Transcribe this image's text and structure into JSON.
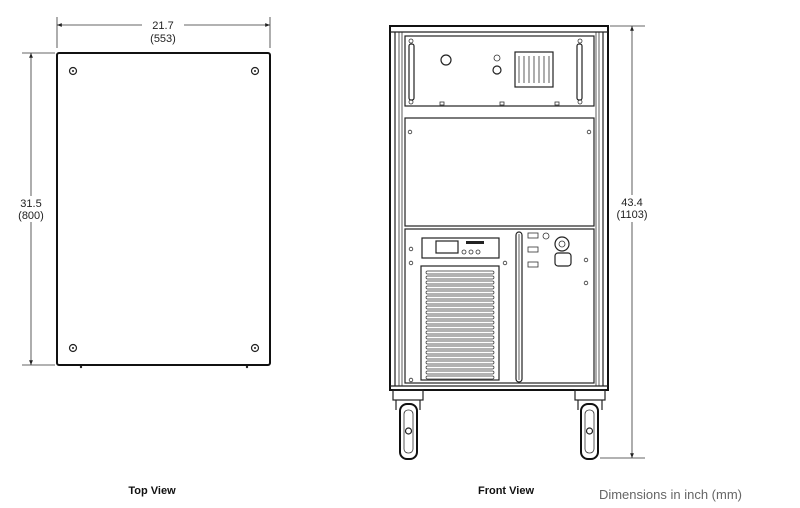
{
  "top_view": {
    "width_in": "21.7",
    "width_mm": "(553)",
    "depth_in": "31.5",
    "depth_mm": "(800)",
    "caption": "Top View"
  },
  "front_view": {
    "height_in": "43.4",
    "height_mm": "(1103)",
    "caption": "Front View"
  },
  "units_note": "Dimensions in inch (mm)"
}
